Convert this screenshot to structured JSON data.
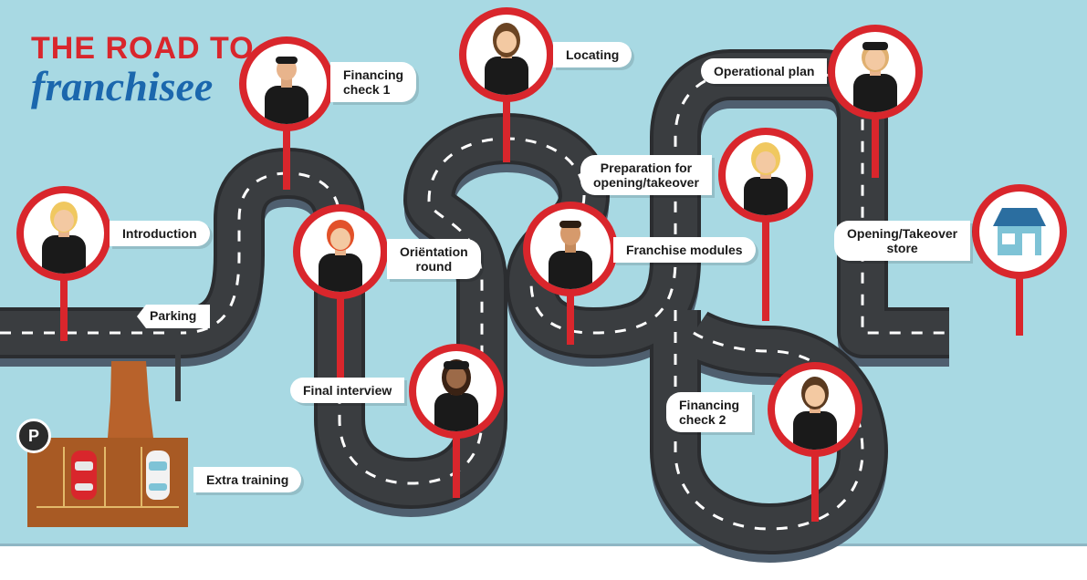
{
  "title": {
    "line1": "THE ROAD TO",
    "line2": "franchisee"
  },
  "steps": {
    "introduction": "Introduction",
    "financing_check_1": [
      "Financing",
      "check 1"
    ],
    "orientation_round": [
      "Oriëntation",
      "round"
    ],
    "locating": "Locating",
    "franchise_modules": "Franchise modules",
    "preparation": [
      "Preparation for",
      "opening/takeover"
    ],
    "operational_plan": "Operational plan",
    "opening_takeover": [
      "Opening/Takeover",
      "store"
    ],
    "final_interview": "Final interview",
    "financing_check_2": [
      "Financing",
      "check 2"
    ],
    "extra_training": "Extra training"
  },
  "parking": {
    "sign_label": "Parking",
    "badge": "P"
  },
  "colors": {
    "background": "#a8d9e3",
    "road": "#3a3d40",
    "road_edge": "#4f5f6f",
    "pin": "#d9262c",
    "title_red": "#d9262c",
    "title_blue": "#1b67ad"
  }
}
